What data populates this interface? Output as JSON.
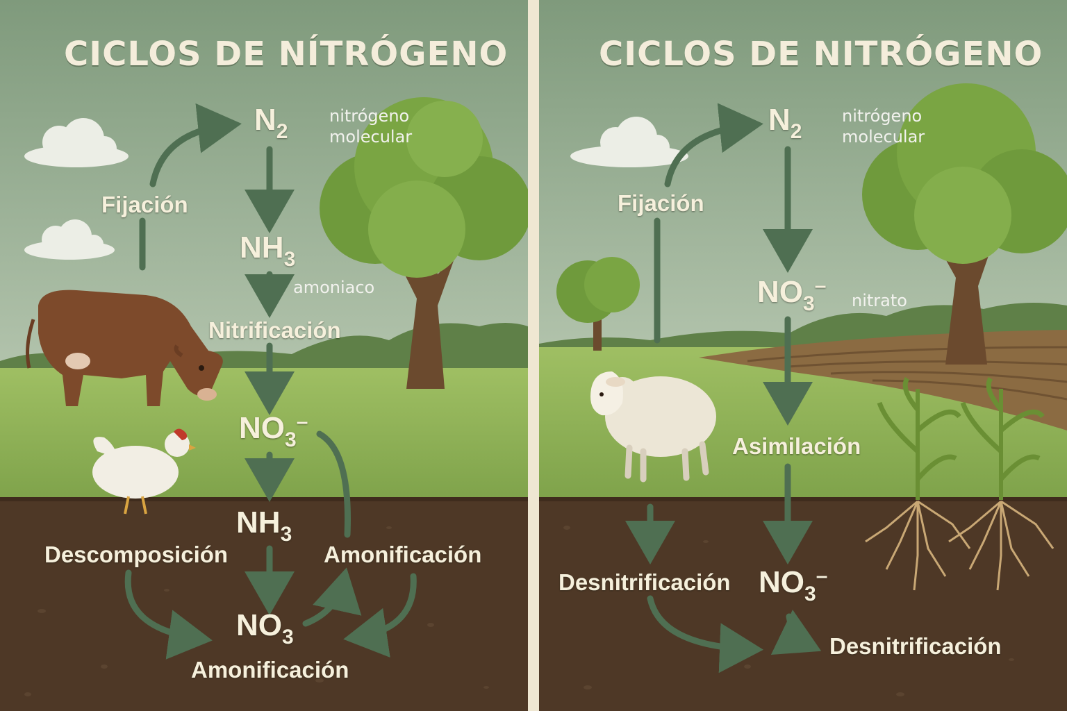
{
  "left_panel": {
    "title": "CICLOS DE NÍTRÓGENO",
    "n2": {
      "main": "N",
      "sub": "2"
    },
    "n2_note_line1": "nitrógeno",
    "n2_note_line2": "molecular",
    "fixation": "Fijación",
    "nh3_top": {
      "main": "NH",
      "sub": "3"
    },
    "nh3_top_note": "amoniaco",
    "nitrification": "Nitrificación",
    "no3_middle": {
      "main": "NO",
      "sub": "3",
      "sup": "–"
    },
    "nh3_bottom": {
      "main": "NH",
      "sub": "3"
    },
    "decomposition": "Descomposición",
    "ammonification_right": "Amonificación",
    "no3_bottom": {
      "main": "NO",
      "sub": "3"
    },
    "ammonification_bottom": "Amonificación"
  },
  "right_panel": {
    "title": "CICLOS DE NITRÓGENO",
    "n2": {
      "main": "N",
      "sub": "2"
    },
    "n2_note_line1": "nitrógeno",
    "n2_note_line2": "molecular",
    "fixation": "Fijación",
    "no3_top": {
      "main": "NO",
      "sub": "3",
      "sup": "–"
    },
    "no3_top_note": "nitrato",
    "assimilation": "Asimilación",
    "denitrification_left": "Desnitrificación",
    "no3_bottom": {
      "main": "NO",
      "sub": "3",
      "sup": "–"
    },
    "denitrification_bottom": "Desnitrificación"
  },
  "colors": {
    "sky_top": "#7f9a7c",
    "sky_bottom": "#aabfa7",
    "grass": "#8fb256",
    "soil": "#4e3826",
    "arrow": "#4f6f52",
    "label_text": "#f6f0dc"
  },
  "icons": [
    "cloud-icon",
    "cow-icon",
    "chicken-icon",
    "tree-icon",
    "sheep-icon",
    "corn-plant-icon",
    "plowed-field-icon"
  ]
}
